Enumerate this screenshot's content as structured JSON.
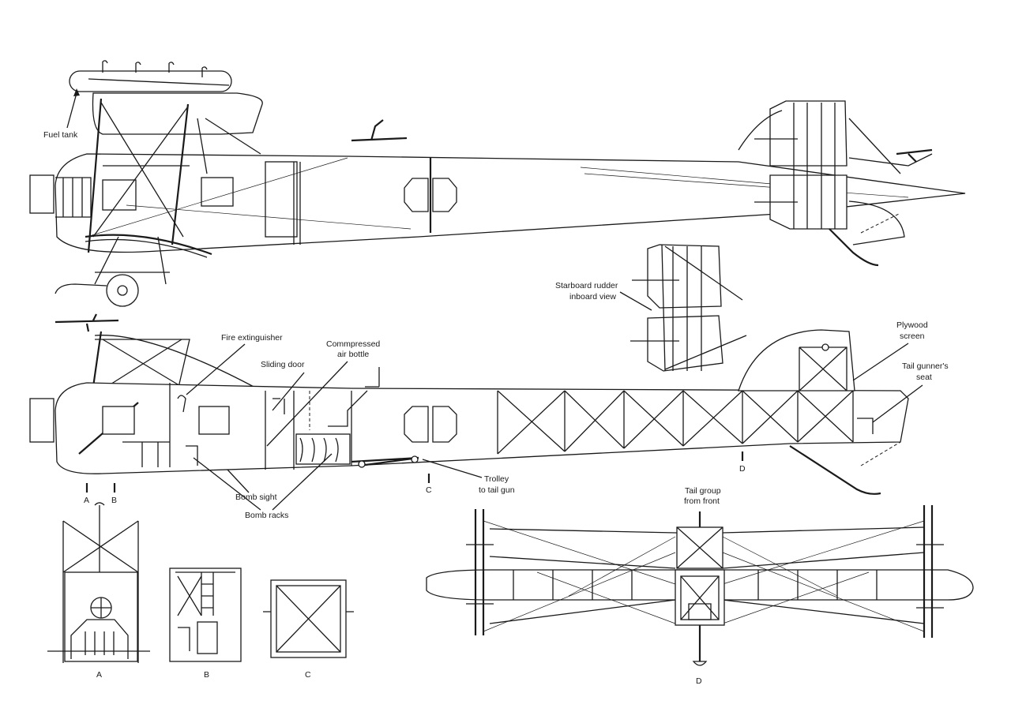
{
  "labels": {
    "fuel_tank": "Fuel tank",
    "starboard_rudder_1": "Starboard rudder",
    "starboard_rudder_2": "inboard view",
    "fire_extinguisher": "Fire extinguisher",
    "sliding_door": "Sliding door",
    "compressed_air_1": "Commpressed",
    "compressed_air_2": "air bottle",
    "plywood_screen_1": "Plywood",
    "plywood_screen_2": "screen",
    "tail_gunner_1": "Tail gunner's",
    "tail_gunner_2": "seat",
    "bomb_sight": "Bomb sight",
    "bomb_racks": "Bomb racks",
    "trolley_1": "Trolley",
    "trolley_2": "to tail gun",
    "tail_group_1": "Tail group",
    "tail_group_2": "from front"
  },
  "sections": {
    "a": "A",
    "b": "B",
    "c": "C",
    "d": "D"
  }
}
